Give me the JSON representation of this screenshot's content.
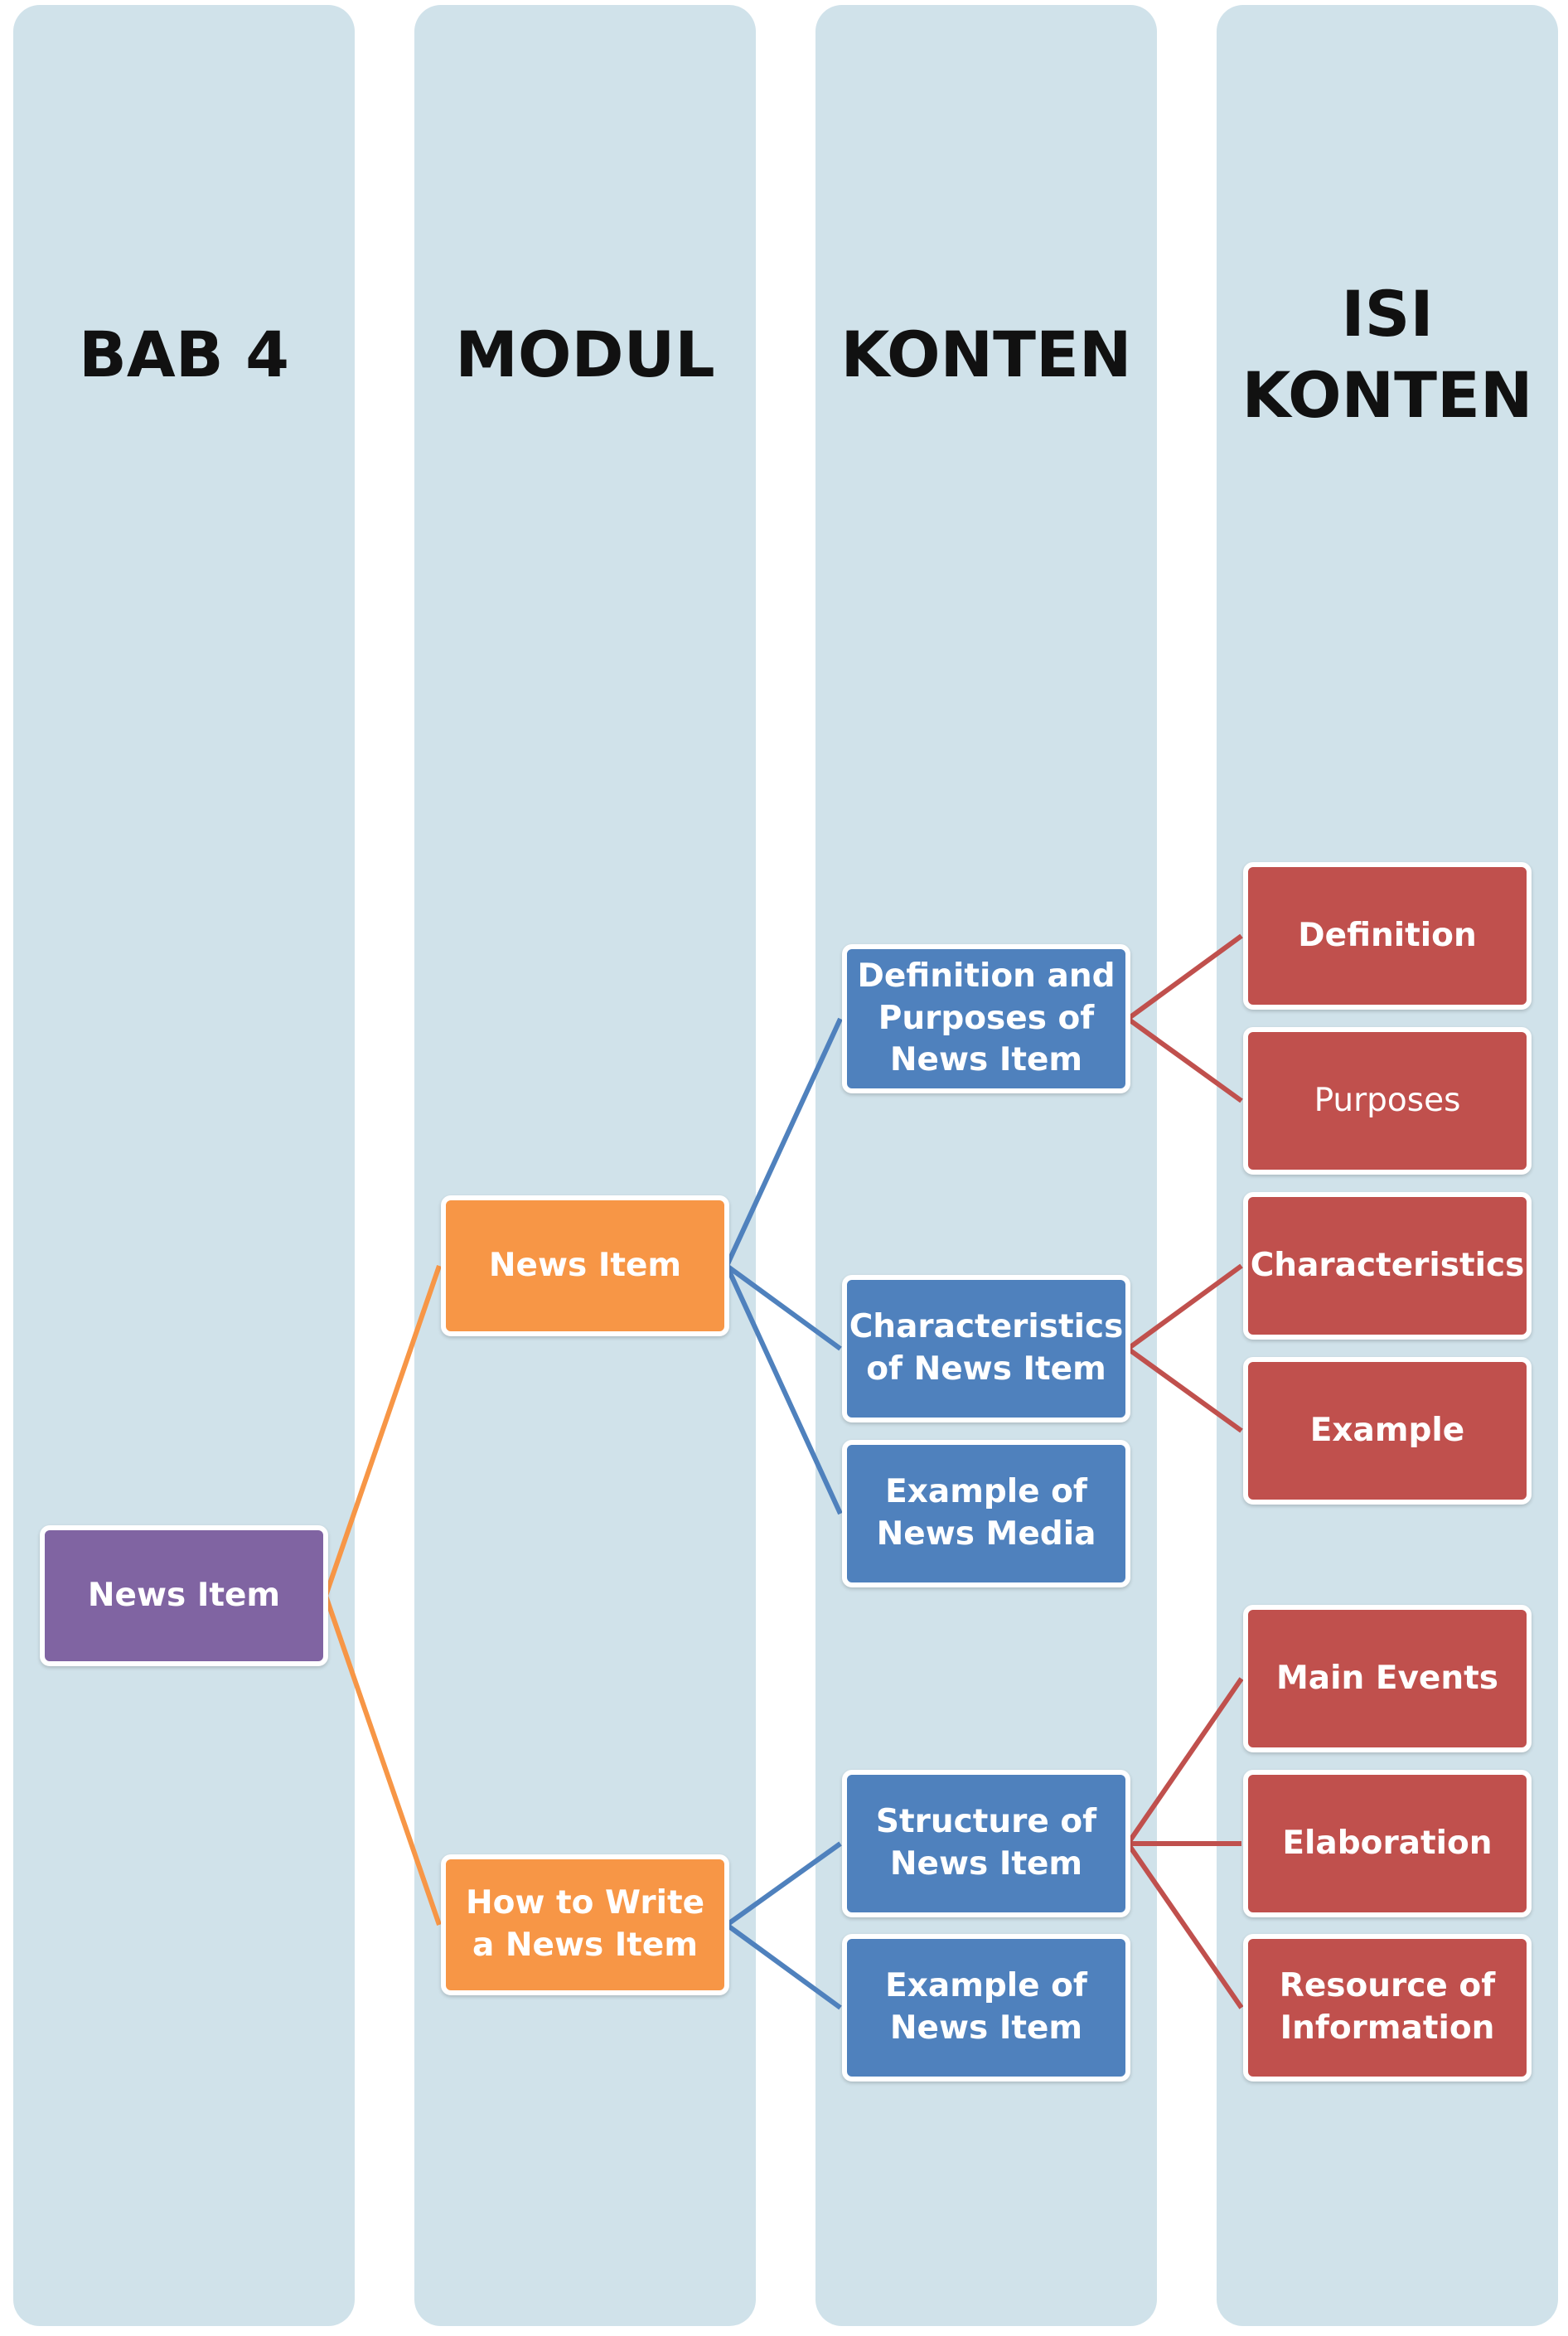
{
  "colors": {
    "lane": "#d0e2ea",
    "bab": "#8064a2",
    "modul": "#f79646",
    "konten": "#4f81bd",
    "isi": "#c0504d"
  },
  "lanes": [
    {
      "title": [
        "BAB 4"
      ]
    },
    {
      "title": [
        "MODUL"
      ]
    },
    {
      "title": [
        "KONTEN"
      ]
    },
    {
      "title": [
        "ISI",
        "KONTEN"
      ]
    }
  ],
  "nodes": {
    "bab": "News Item",
    "modul_1": "News Item",
    "modul_2": "How to Write a News Item",
    "konten_1": "Definition and Purposes of News Item",
    "konten_2": "Characteristics of News Item",
    "konten_3": "Example of News Media",
    "konten_4": "Structure of News Item",
    "konten_5": "Example of News Item",
    "isi_1": "Definition",
    "isi_2": "Purposes",
    "isi_3": "Characteristics",
    "isi_4": "Example",
    "isi_5": "Main Events",
    "isi_6": "Elaboration",
    "isi_7": "Resource of Information"
  }
}
